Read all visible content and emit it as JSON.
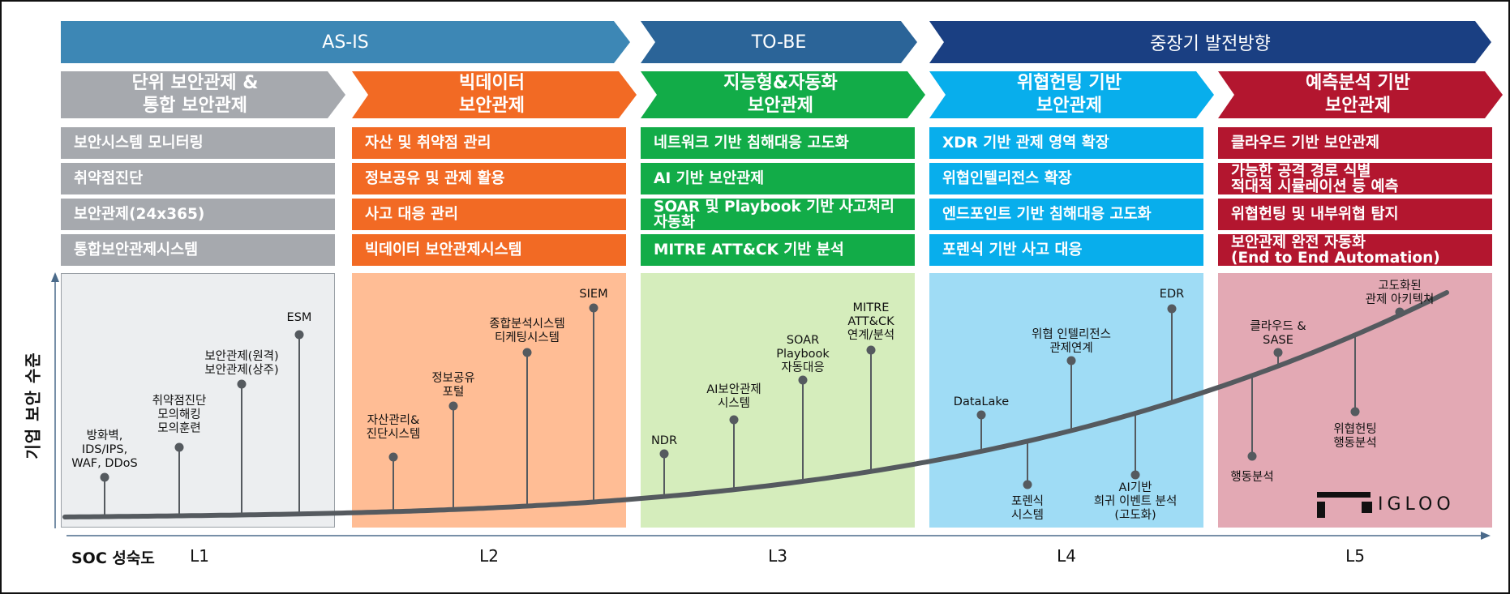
{
  "phases": [
    {
      "label": "AS-IS",
      "color": "#3d87b5"
    },
    {
      "label": "TO-BE",
      "color": "#2b6498"
    },
    {
      "label": "중장기 발전방향",
      "color": "#1a3f82"
    }
  ],
  "levels": [
    {
      "title": "단위 보안관제 &\n통합 보안관제",
      "color": "#a6a9ae",
      "panel_color": "#eceef0",
      "items": [
        "보안시스템 모니터링",
        "취약점진단",
        "보안관제(24x365)",
        "통합보안관제시스템"
      ]
    },
    {
      "title": "빅데이터\n보안관제",
      "color": "#f26a24",
      "panel_color": "#ffbd95",
      "items": [
        "자산 및 취약점 관리",
        "정보공유 및 관제 활용",
        "사고 대응 관리",
        "빅데이터 보안관제시스템"
      ]
    },
    {
      "title": "지능형&자동화\n보안관제",
      "color": "#12ac48",
      "panel_color": "#d5edbc",
      "items": [
        "네트워크 기반 침해대응 고도화",
        "AI 기반 보안관제",
        "SOAR 및 Playbook 기반 사고처리\n자동화",
        "MITRE ATT&CK 기반 분석"
      ]
    },
    {
      "title": "위협헌팅 기반\n보안관제",
      "color": "#08aeec",
      "panel_color": "#9fdcf5",
      "items": [
        "XDR 기반 관제 영역 확장",
        "위협인텔리전스 확장",
        "엔드포인트 기반 침해대응 고도화",
        "포렌식 기반 사고 대응"
      ]
    },
    {
      "title": "예측분석 기반\n보안관제",
      "color": "#b3162f",
      "panel_color": "#e3a9b4",
      "items": [
        "클라우드 기반 보안관제",
        "가능한 공격 경로 식별\n적대적 시뮬레이션 등 예측",
        "위협헌팅 및 내부위협 탐지",
        "보안관제 완전 자동화\n(End to End Automation)"
      ]
    }
  ],
  "axis": {
    "y_label": "기업 보안 수준",
    "x_label": "SOC 성숙도",
    "levels": [
      "L1",
      "L2",
      "L3",
      "L4",
      "L5"
    ]
  },
  "milestones": [
    {
      "label": "방화벽,\nIDS/IPS,\nWAF, DDoS",
      "dir": "up"
    },
    {
      "label": "취약점진단\n모의해킹\n모의훈련",
      "dir": "up"
    },
    {
      "label": "보안관제(원격)\n보안관제(상주)",
      "dir": "up"
    },
    {
      "label": "ESM",
      "dir": "up"
    },
    {
      "label": "자산관리&\n진단시스템",
      "dir": "up"
    },
    {
      "label": "정보공유\n포털",
      "dir": "up"
    },
    {
      "label": "종합분석시스템\n티케팅시스템",
      "dir": "up"
    },
    {
      "label": "SIEM",
      "dir": "up"
    },
    {
      "label": "NDR",
      "dir": "up"
    },
    {
      "label": "AI보안관제\n시스템",
      "dir": "up"
    },
    {
      "label": "SOAR\nPlaybook\n자동대응",
      "dir": "up"
    },
    {
      "label": "MITRE\nATT&CK\n연계/분석",
      "dir": "up"
    },
    {
      "label": "DataLake",
      "dir": "up"
    },
    {
      "label": "포렌식\n시스템",
      "dir": "down"
    },
    {
      "label": "위협 인텔리전스\n관제연계",
      "dir": "up"
    },
    {
      "label": "AI기반\n희귀 이벤트 분석\n(고도화)",
      "dir": "down"
    },
    {
      "label": "EDR",
      "dir": "up"
    },
    {
      "label": "행동분석",
      "dir": "down"
    },
    {
      "label": "클라우드 &\nSASE",
      "dir": "up"
    },
    {
      "label": "위협헌팅\n행동분석",
      "dir": "down"
    },
    {
      "label": "고도화된\n관제 아키텍쳐",
      "dir": "up"
    }
  ],
  "logo": {
    "text": "IGLOO"
  },
  "colors": {
    "curve": "#555a5f",
    "axis": "#4a6a8a",
    "dot": "#555a5f"
  }
}
